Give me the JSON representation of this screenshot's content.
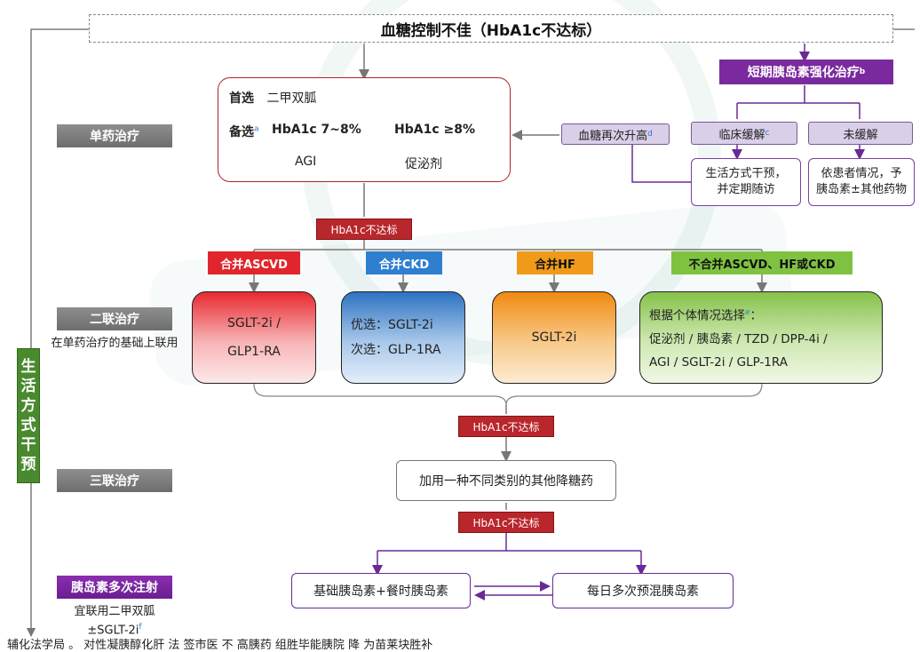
{
  "top_title": "血糖控制不佳（HbA1c不达标）",
  "lifestyle_bar": [
    "生",
    "活",
    "方",
    "式",
    "干",
    "预"
  ],
  "stages": {
    "mono": "单药治疗",
    "dual": "二联治疗",
    "dual_note": "在单药治疗的基础上联用",
    "triple": "三联治疗",
    "insulin_multi": "胰岛素多次注射",
    "insulin_note_1": "宜联用二甲双胍",
    "insulin_note_2": "±SGLT-2i",
    "insulin_note_sup": "f"
  },
  "mono_box": {
    "first_label": "首选",
    "first_value": "二甲双胍",
    "alt_label": "备选",
    "alt_sup": "a",
    "col1_head": "HbA1c 7~8%",
    "col2_head": "HbA1c ≥8%",
    "col1_value": "AGI",
    "col2_value": "促泌剂"
  },
  "not_reached": "HbA1c不达标",
  "short_insulin": {
    "label": "短期胰岛素强化治疗",
    "sup": "b"
  },
  "glucose_rise": {
    "label": "血糖再次升高",
    "sup": "d"
  },
  "clinical_remission": {
    "label": "临床缓解",
    "sup": "c"
  },
  "no_remission": "未缓解",
  "lifestyle_followup": [
    "生活方式干预，",
    "并定期随访"
  ],
  "insulin_other": [
    "依患者情况，予",
    "胰岛素±其他药物"
  ],
  "categories": {
    "ascvd": {
      "tag": "合并ASCVD",
      "line1": "SGLT-2i /",
      "line2": "GLP1-RA",
      "color": "#e0262c"
    },
    "ckd": {
      "tag": "合并CKD",
      "line1": "优选：SGLT-2i",
      "line2": "次选：GLP-1RA",
      "color": "#2f7fd0"
    },
    "hf": {
      "tag": "合并HF",
      "line1": "SGLT-2i",
      "color": "#f09a1a"
    },
    "none": {
      "tag": "不合并ASCVD、HF或CKD",
      "line1": "根据个体情况选择",
      "line1_sup": "e",
      "line2": "促泌剂 / 胰岛素 / TZD / DPP-4i /",
      "line3": "AGI / SGLT-2i / GLP-1RA",
      "color": "#7fc241"
    }
  },
  "triple_box": "加用一种不同类别的其他降糖药",
  "basal_bolus": "基础胰岛素+餐时胰岛素",
  "premixed": "每日多次预混胰岛素",
  "footer": "辅化法学局 。 对性凝胰醇化肝 法 签市医 不 高胰药 组胜毕能胰院 降 为苗莱块胜补"
}
